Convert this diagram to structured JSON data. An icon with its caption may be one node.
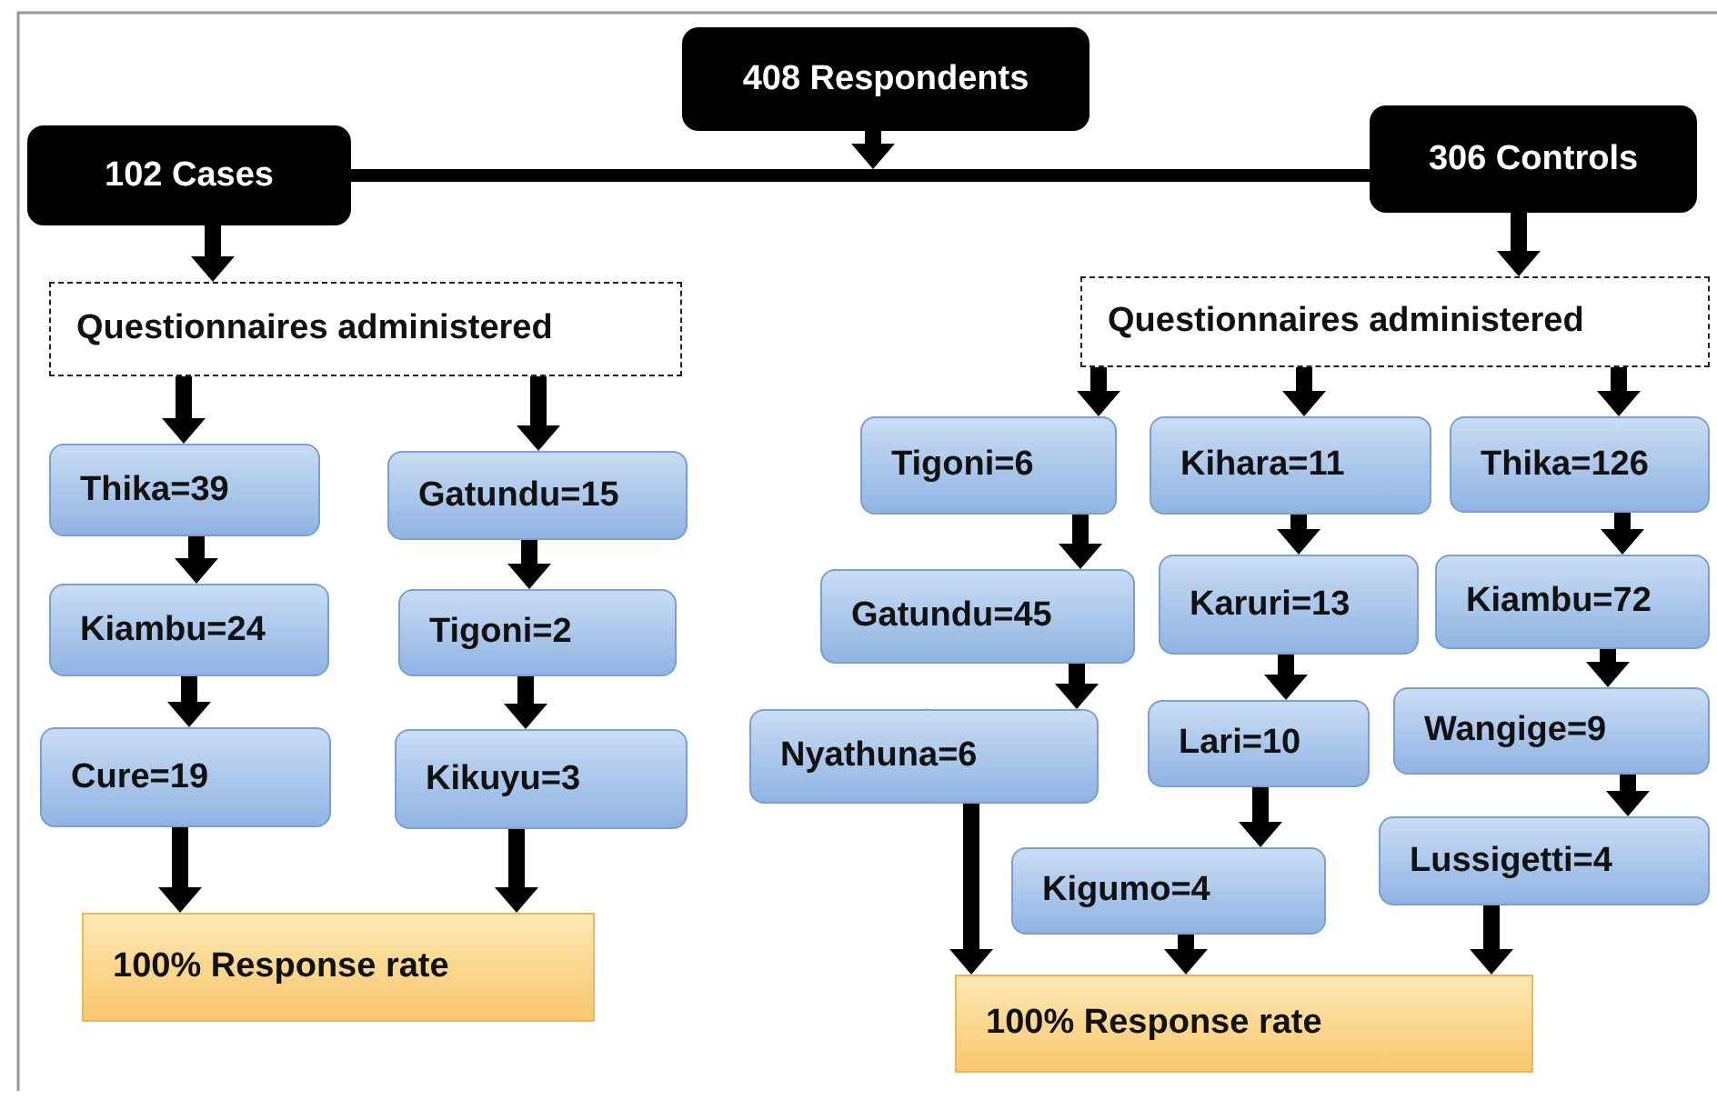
{
  "diagram": {
    "nodes": [
      {
        "text": [
          "408 Respondents"
        ]
      },
      {
        "text": [
          "102 Cases"
        ]
      },
      {
        "text": [
          "306 Controls"
        ]
      },
      {
        "text": [
          "Questionnaires administered"
        ]
      },
      {
        "text": [
          "Questionnaires administered"
        ]
      },
      {
        "text": [
          "Thika=39"
        ]
      },
      {
        "text": [
          "Kiambu=24"
        ]
      },
      {
        "text": [
          "Cure=19"
        ]
      },
      {
        "text": [
          "Gatundu=15"
        ]
      },
      {
        "text": [
          "Tigoni=2"
        ]
      },
      {
        "text": [
          "Kikuyu=3"
        ]
      },
      {
        "text": [
          "100% Response rate"
        ]
      },
      {
        "text": [
          "Tigoni=6"
        ]
      },
      {
        "text": [
          "Gatundu=45"
        ]
      },
      {
        "text": [
          "Nyathuna=6"
        ]
      },
      {
        "text": [
          "Kihara=11"
        ]
      },
      {
        "text": [
          "Karuri=13"
        ]
      },
      {
        "text": [
          "Lari=10"
        ]
      },
      {
        "text": [
          "Kigumo=4"
        ]
      },
      {
        "text": [
          "Thika=126"
        ]
      },
      {
        "text": [
          "Kiambu=72"
        ]
      },
      {
        "text": [
          "Wangige=9"
        ]
      },
      {
        "text": [
          "Lussigetti=4"
        ]
      },
      {
        "text": [
          "100% Response rate"
        ]
      },
      {
        "text": [],
        "shape": "bar"
      }
    ],
    "edges": [
      {
        "from": 0,
        "to": 24,
        "arrow": "to"
      },
      {
        "from": 1,
        "to": 3,
        "arrow": "to"
      },
      {
        "from": 2,
        "to": 4,
        "arrow": "to"
      },
      {
        "from": 3,
        "to": 5,
        "arrow": "to"
      },
      {
        "from": 3,
        "to": 8,
        "arrow": "to"
      },
      {
        "from": 5,
        "to": 6,
        "arrow": "to"
      },
      {
        "from": 6,
        "to": 7,
        "arrow": "to"
      },
      {
        "from": 7,
        "to": 11,
        "arrow": "to"
      },
      {
        "from": 8,
        "to": 9,
        "arrow": "to"
      },
      {
        "from": 9,
        "to": 10,
        "arrow": "to"
      },
      {
        "from": 10,
        "to": 11,
        "arrow": "to"
      },
      {
        "from": 4,
        "to": 12,
        "arrow": "to"
      },
      {
        "from": 4,
        "to": 15,
        "arrow": "to"
      },
      {
        "from": 4,
        "to": 19,
        "arrow": "to"
      },
      {
        "from": 12,
        "to": 13,
        "arrow": "to"
      },
      {
        "from": 13,
        "to": 14,
        "arrow": "to"
      },
      {
        "from": 14,
        "to": 23,
        "arrow": "to"
      },
      {
        "from": 15,
        "to": 16,
        "arrow": "to"
      },
      {
        "from": 16,
        "to": 17,
        "arrow": "to"
      },
      {
        "from": 17,
        "to": 18,
        "arrow": "to"
      },
      {
        "from": 18,
        "to": 23,
        "arrow": "to"
      },
      {
        "from": 19,
        "to": 20,
        "arrow": "to"
      },
      {
        "from": 20,
        "to": 21,
        "arrow": "to"
      },
      {
        "from": 21,
        "to": 22,
        "arrow": "to"
      },
      {
        "from": 22,
        "to": 23,
        "arrow": "to"
      }
    ]
  }
}
